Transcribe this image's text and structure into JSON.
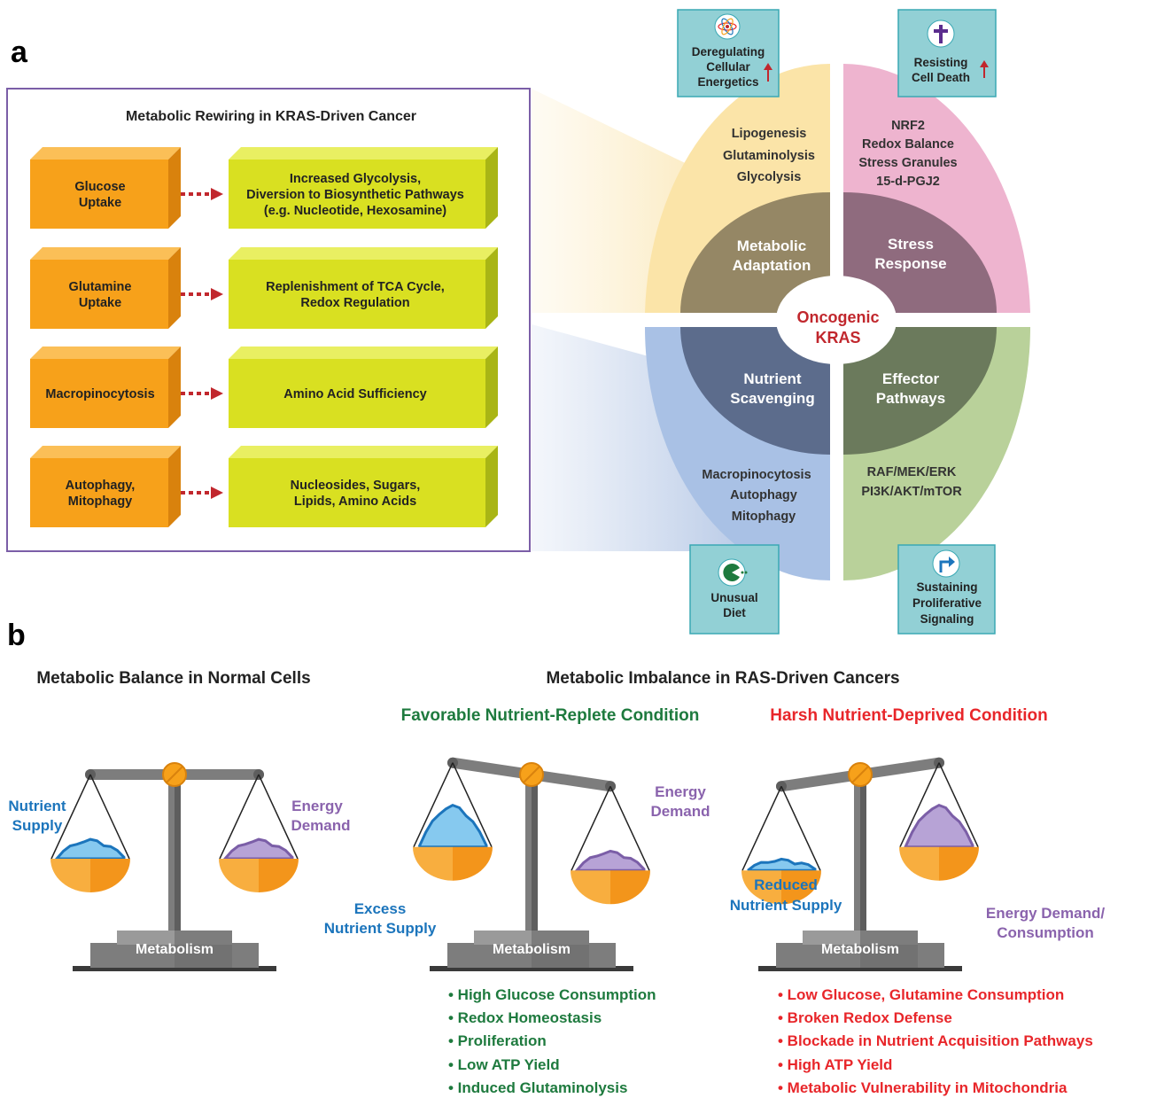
{
  "panel_a": {
    "letter": "a",
    "box_title": "Metabolic Rewiring in KRAS-Driven Cancer",
    "rows": [
      {
        "source": [
          "Glucose",
          "Uptake"
        ],
        "target": [
          "Increased Glycolysis,",
          "Diversion to Biosynthetic Pathways",
          "(e.g. Nucleotide, Hexosamine)"
        ]
      },
      {
        "source": [
          "Glutamine",
          "Uptake"
        ],
        "target": [
          "Replenishment of TCA Cycle,",
          "Redox Regulation"
        ]
      },
      {
        "source": [
          "Macropinocytosis"
        ],
        "target": [
          "Amino Acid Sufficiency"
        ]
      },
      {
        "source": [
          "Autophagy,",
          "Mitophagy"
        ],
        "target": [
          "Nucleosides, Sugars,",
          "Lipids, Amino Acids"
        ]
      }
    ],
    "center": [
      "Oncogenic",
      "KRAS"
    ],
    "quadrants": [
      {
        "id": "metabolic",
        "inner": [
          "Metabolic",
          "Adaptation"
        ],
        "outer": [
          "Lipogenesis",
          "Glutaminolysis",
          "Glycolysis"
        ]
      },
      {
        "id": "stress",
        "inner": [
          "Stress",
          "Response"
        ],
        "outer": [
          "NRF2",
          "Redox Balance",
          "Stress Granules",
          "15-d-PGJ2"
        ]
      },
      {
        "id": "nutrient",
        "inner": [
          "Nutrient",
          "Scavenging"
        ],
        "outer": [
          "Macropinocytosis",
          "Autophagy",
          "Mitophagy"
        ]
      },
      {
        "id": "effector",
        "inner": [
          "Effector",
          "Pathways"
        ],
        "outer": [
          "RAF/MEK/ERK",
          "PI3K/AKT/mTOR"
        ]
      }
    ],
    "hallmarks": [
      {
        "id": "energetics",
        "icon": "atom-icon",
        "lines": [
          "Deregulating",
          "Cellular",
          "Energetics"
        ],
        "arrow": true
      },
      {
        "id": "cell-death",
        "icon": "cross-icon",
        "lines": [
          "Resisting",
          "Cell Death"
        ],
        "arrow": true
      },
      {
        "id": "diet",
        "icon": "pacman-icon",
        "lines": [
          "Unusual",
          "Diet"
        ],
        "arrow": false
      },
      {
        "id": "signaling",
        "icon": "turn-arrow-icon",
        "lines": [
          "Sustaining",
          "Proliferative",
          "Signaling"
        ],
        "arrow": false
      }
    ]
  },
  "panel_b": {
    "letter": "b",
    "normal_title": "Metabolic Balance in Normal Cells",
    "cancer_title": "Metabolic Imbalance in RAS-Driven Cancers",
    "favorable_title": "Favorable Nutrient-Replete Condition",
    "harsh_title": "Harsh Nutrient-Deprived Condition",
    "base_label": "Metabolism",
    "normal": {
      "left": [
        "Nutrient",
        "Supply"
      ],
      "right": [
        "Energy",
        "Demand"
      ]
    },
    "favorable": {
      "left": [
        "Excess",
        "Nutrient Supply"
      ],
      "right": [
        "Energy",
        "Demand"
      ]
    },
    "harsh": {
      "left": [
        "Reduced",
        "Nutrient Supply"
      ],
      "right": [
        "Energy Demand/",
        "Consumption"
      ]
    },
    "favorable_bullets": [
      "• High Glucose Consumption",
      "• Redox Homeostasis",
      "• Proliferation",
      "• Low ATP Yield",
      "• Induced Glutaminolysis"
    ],
    "harsh_bullets": [
      "• Low Glucose, Glutamine Consumption",
      "• Broken Redox Defense",
      "• Blockade in Nutrient Acquisition Pathways",
      "• High ATP Yield",
      "• Metabolic Vulnerability in Mitochondria"
    ]
  },
  "colors": {
    "orange": "#f7a11a",
    "green": "#d9e021",
    "box_border": "#7b5ea7",
    "teal": "#92d0d5",
    "cancer_red": "#c1272d",
    "green_text": "#1e7a3e",
    "red_text": "#e8262a",
    "blue_text": "#1c75bc",
    "purple_text": "#8a63ad"
  }
}
